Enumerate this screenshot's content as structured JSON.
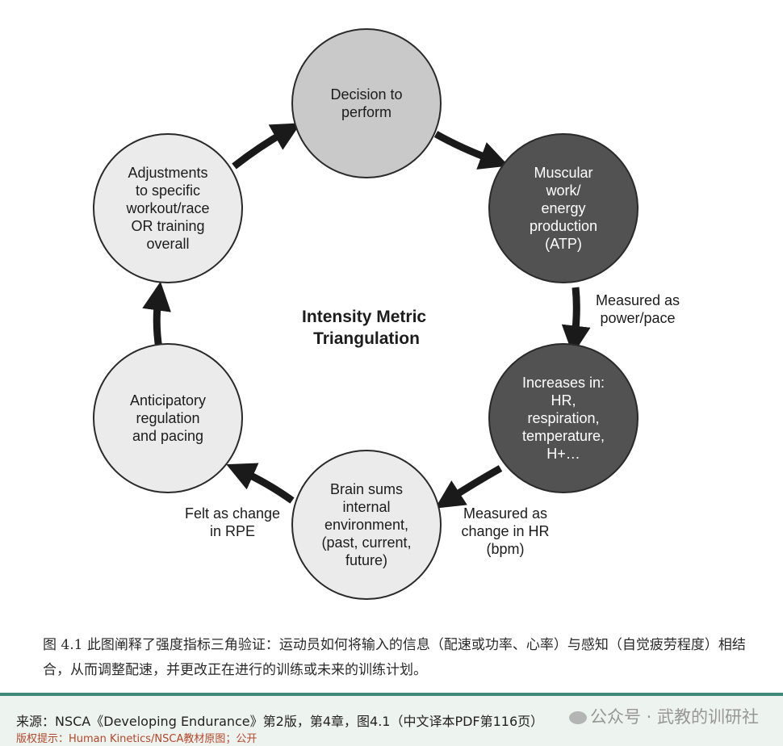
{
  "diagram": {
    "center_title": [
      "Intensity Metric",
      "Triangulation"
    ],
    "nodes": [
      {
        "id": "decision",
        "lines": [
          "Decision to",
          "perform"
        ],
        "fill": "#c9c9c9",
        "text_color": "#1c1c1c"
      },
      {
        "id": "muscular",
        "lines": [
          "Muscular",
          "work/",
          "energy",
          "production",
          "(ATP)"
        ],
        "fill": "#525252",
        "text_color": "#ffffff"
      },
      {
        "id": "increases",
        "lines": [
          "Increases in:",
          "HR,",
          "respiration,",
          "temperature,",
          "H+…"
        ],
        "fill": "#525252",
        "text_color": "#ffffff"
      },
      {
        "id": "brain",
        "lines": [
          "Brain sums",
          "internal",
          "environment,",
          "(past, current,",
          "future)"
        ],
        "fill": "#ebebeb",
        "text_color": "#1c1c1c"
      },
      {
        "id": "anticipatory",
        "lines": [
          "Anticipatory",
          "regulation",
          "and pacing"
        ],
        "fill": "#ebebeb",
        "text_color": "#1c1c1c"
      },
      {
        "id": "adjustments",
        "lines": [
          "Adjustments",
          "to specific",
          "workout/race",
          "OR training",
          "overall"
        ],
        "fill": "#ebebeb",
        "text_color": "#1c1c1c"
      }
    ],
    "edge_labels": [
      {
        "id": "power",
        "lines": [
          "Measured as",
          "power/pace"
        ]
      },
      {
        "id": "hr",
        "lines": [
          "Measured as",
          "change in HR",
          "(bpm)"
        ]
      },
      {
        "id": "rpe",
        "lines": [
          "Felt as change",
          "in RPE"
        ]
      }
    ]
  },
  "caption": "图 4.1 此图阐释了强度指标三角验证：运动员如何将输入的信息（配速或功率、心率）与感知（自觉疲劳程度）相结合，从而调整配速，并更改正在进行的训练或未来的训练计划。",
  "footer": {
    "source": "来源：NSCA《Developing Endurance》第2版，第4章，图4.1（中文译本PDF第116页）",
    "copyright": "版权提示：Human Kinetics/NSCA教材原图；公开"
  },
  "watermark": "公众号 · 武教的训研社",
  "colors": {
    "arrow": "#1a1a1a",
    "node_stroke": "#2a2a2a",
    "footer_border": "#3f8a77"
  }
}
